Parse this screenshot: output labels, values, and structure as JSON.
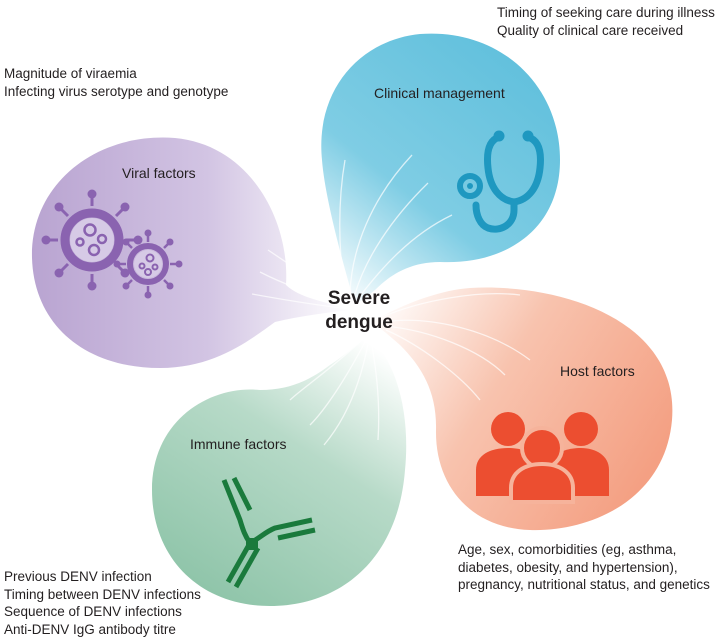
{
  "center": {
    "line1": "Severe",
    "line2": "dengue"
  },
  "bubbles": {
    "viral": {
      "title": "Viral factors",
      "color": "#b8a3d0",
      "icon": "virus-icon",
      "icon_color": "#8a63b0",
      "factors": [
        "Magnitude of viraemia",
        "Infecting virus serotype and genotype"
      ]
    },
    "clinical": {
      "title": "Clinical management",
      "color": "#5fbfdc",
      "icon": "stethoscope-icon",
      "icon_color": "#1f98c0",
      "factors": [
        "Timing of seeking care during illness",
        "Quality of clinical care received"
      ]
    },
    "host": {
      "title": "Host factors",
      "color": "#f4a58a",
      "icon": "people-group-icon",
      "icon_color": "#ec4e30",
      "factors": [
        "Age, sex, comorbidities (eg, asthma,",
        "diabetes, obesity, and hypertension),",
        "pregnancy, nutritional status, and genetics"
      ]
    },
    "immune": {
      "title": "Immune factors",
      "color": "#9ccbb3",
      "icon": "antibody-icon",
      "icon_color": "#1a7a3c",
      "factors": [
        "Previous DENV infection",
        "Timing between DENV infections",
        "Sequence of DENV infections",
        "Anti-DENV IgG antibody titre"
      ]
    }
  }
}
